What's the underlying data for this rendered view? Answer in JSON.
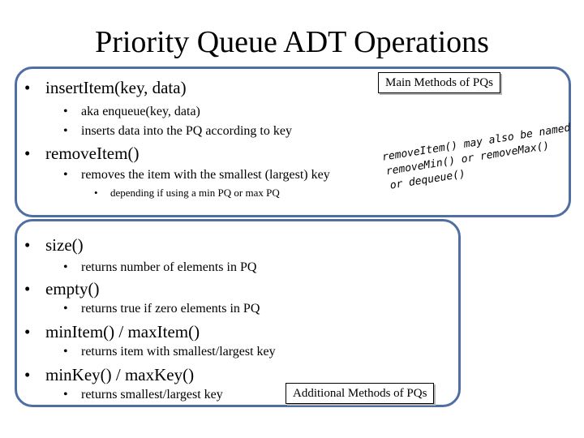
{
  "slide": {
    "title": "Priority Queue ADT Operations",
    "main_methods_label": "Main Methods of PQs",
    "additional_methods_label": "Additional Methods of PQs",
    "main": [
      {
        "text": "insertItem(key, data)",
        "subs": [
          "aka enqueue(key, data)",
          "inserts data into the PQ according to key"
        ]
      },
      {
        "text": "removeItem()",
        "subs": [
          "removes the item with the smallest (largest) key"
        ],
        "subsub": "depending if using a min PQ or max PQ"
      }
    ],
    "note_lines": [
      "removeItem() may also be named",
      "removeMin() or removeMax()",
      "or dequeue()"
    ],
    "additional": [
      {
        "text": "size()",
        "sub": "returns number of elements in PQ"
      },
      {
        "text": "empty()",
        "sub": "returns true if zero elements in PQ"
      },
      {
        "text": "minItem() / maxItem()",
        "sub": "returns item with smallest/largest key"
      },
      {
        "text": "minKey() / maxKey()",
        "sub": "returns smallest/largest key"
      }
    ]
  }
}
